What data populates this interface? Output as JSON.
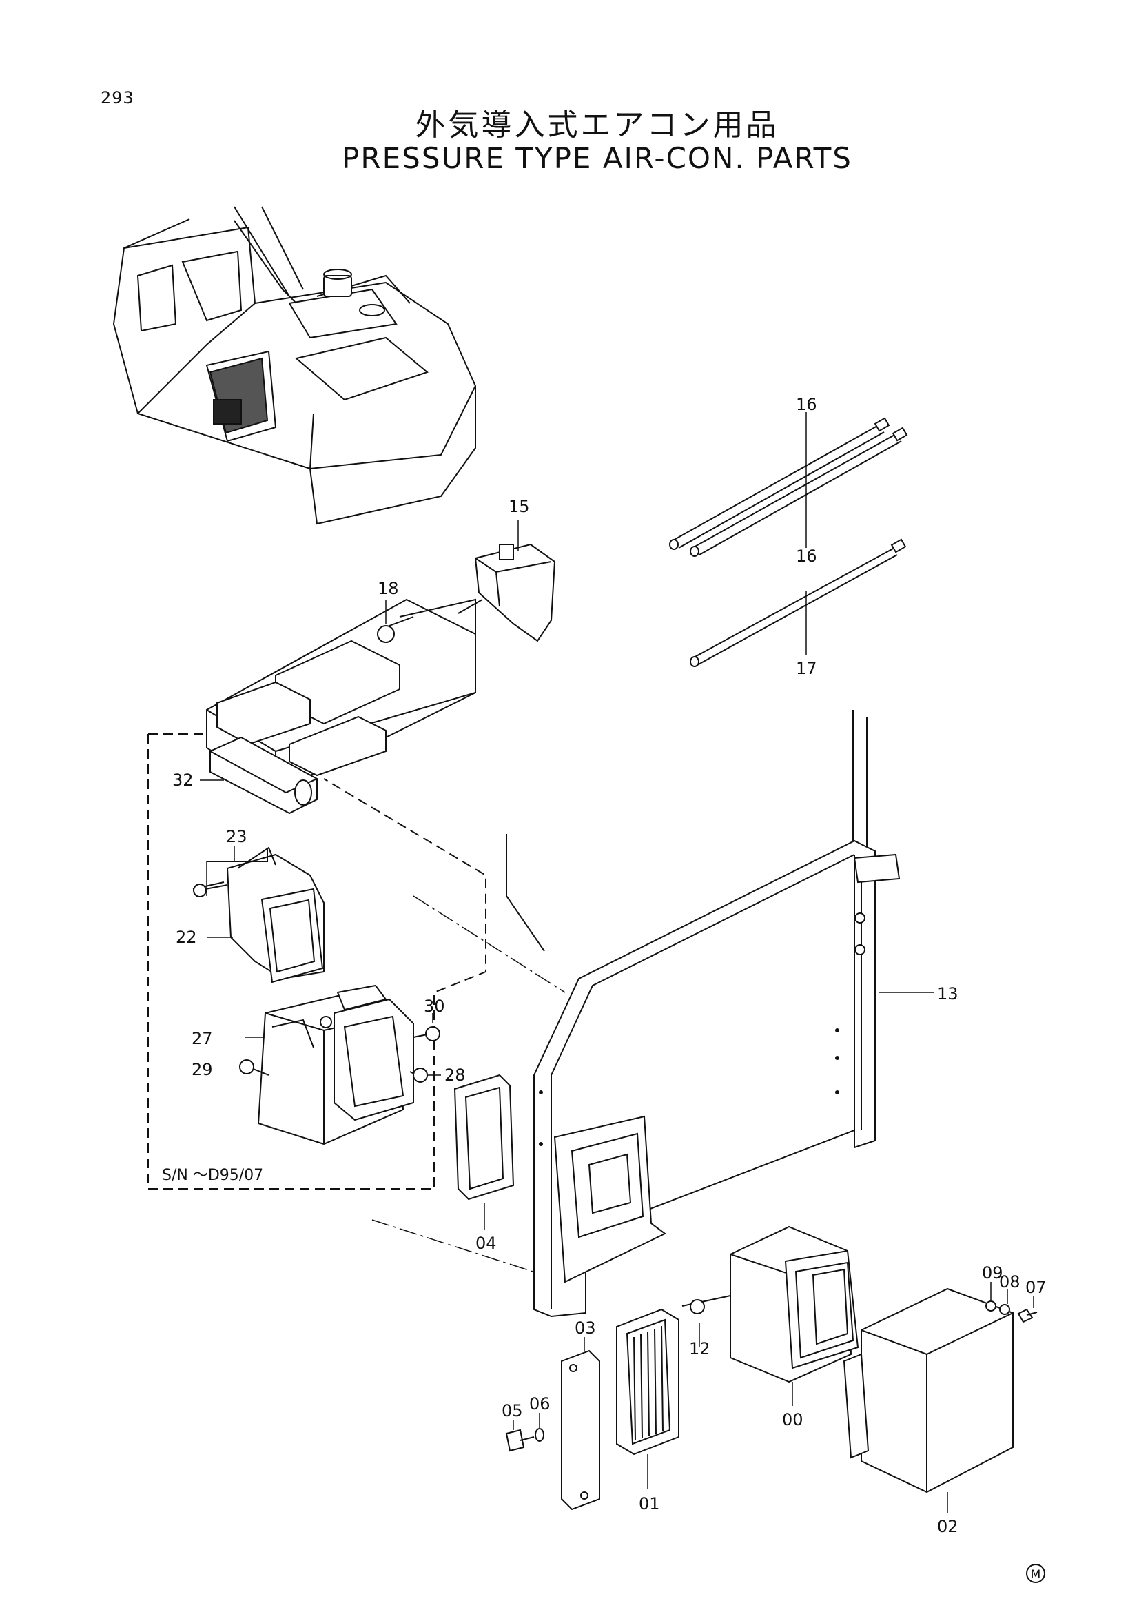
{
  "page_number": "293",
  "title_jp": "外気導入式エアコン用品",
  "title_en": "PRESSURE TYPE AIR-CON. PARTS",
  "serial_note": "S/N ～D95/07",
  "mark": "M",
  "labels": {
    "p00": "00",
    "p01": "01",
    "p02": "02",
    "p03": "03",
    "p04": "04",
    "p05": "05",
    "p06": "06",
    "p07": "07",
    "p08": "08",
    "p09": "09",
    "p12": "12",
    "p13": "13",
    "p15": "15",
    "p16a": "16",
    "p16b": "16",
    "p17": "17",
    "p18": "18",
    "p22": "22",
    "p23": "23",
    "p27": "27",
    "p28": "28",
    "p29": "29",
    "p30": "30",
    "p32": "32"
  }
}
